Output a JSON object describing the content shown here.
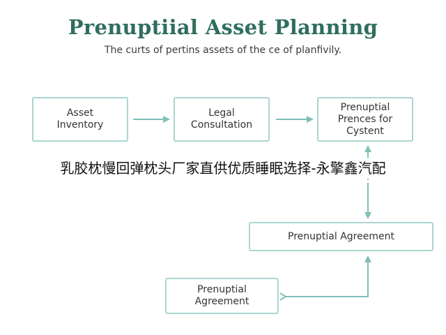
{
  "title": "Prenuptiial Asset Planning",
  "subtitle": "The curts of pertins assets of the ce of planfivily.",
  "nodes": {
    "asset_inventory": [
      "Asset",
      "Inventory"
    ],
    "legal_consultation": [
      "Legal",
      "Consultation"
    ],
    "prenuptial_process": [
      "Prenuptial",
      "Prences for",
      "Cystent"
    ],
    "prenuptial_agreement_main": [
      "Prenuptial Agreement"
    ],
    "prenuptial_agreement_lower": [
      "Prenuptial",
      "Agreement"
    ]
  },
  "overlay_text": "乳胶枕慢回弹枕头厂家直供优质睡眠选择-永擎鑫汽配",
  "colors": {
    "title": "#2f6e5f",
    "box_border": "#a9d6d0",
    "arrow": "#7fbfb8"
  }
}
